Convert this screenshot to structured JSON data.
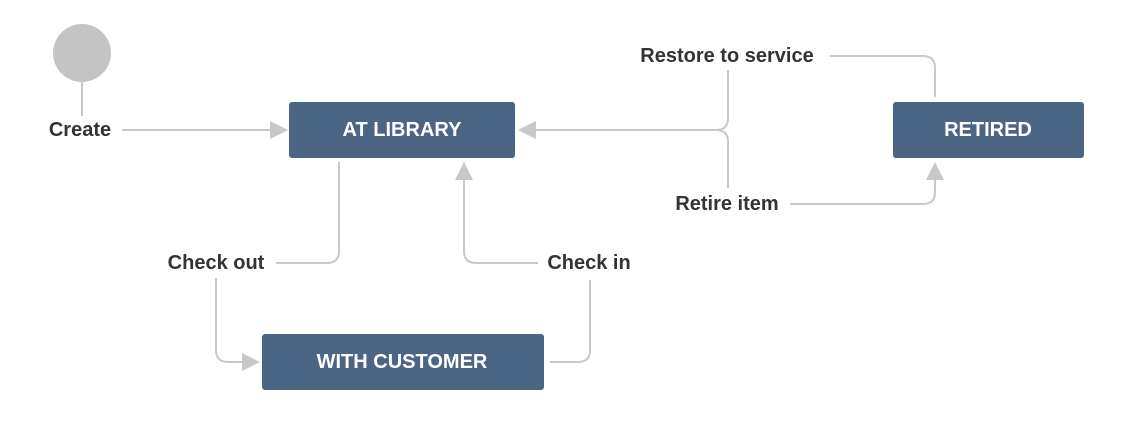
{
  "diagram": {
    "colors": {
      "state_fill": "#4b6685",
      "state_text": "#ffffff",
      "connector": "#c8c8c8",
      "start_node": "#c4c4c4",
      "label_text": "#333333"
    },
    "states": {
      "at_library": "AT LIBRARY",
      "retired": "RETIRED",
      "with_customer": "WITH CUSTOMER"
    },
    "transitions": {
      "create": "Create",
      "restore_to_service": "Restore to service",
      "retire_item": "Retire item",
      "check_out": "Check out",
      "check_in": "Check in"
    }
  }
}
